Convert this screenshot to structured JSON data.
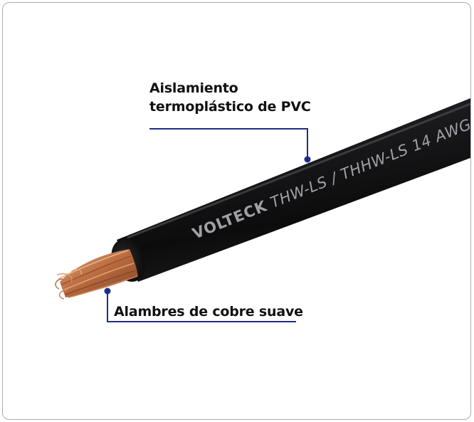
{
  "callouts": {
    "insulation": {
      "line1": "Aislamiento",
      "line2": "termoplástico de PVC"
    },
    "copper": {
      "text": "Alambres de cobre suave"
    }
  },
  "cable": {
    "brand": "VOLTECK",
    "marking": "THW-LS / THHW-LS 14 AWG",
    "jacket_color": "#1c1c1e",
    "copper_color": "#b86a3e",
    "callout_line_color": "#1f2c87"
  }
}
